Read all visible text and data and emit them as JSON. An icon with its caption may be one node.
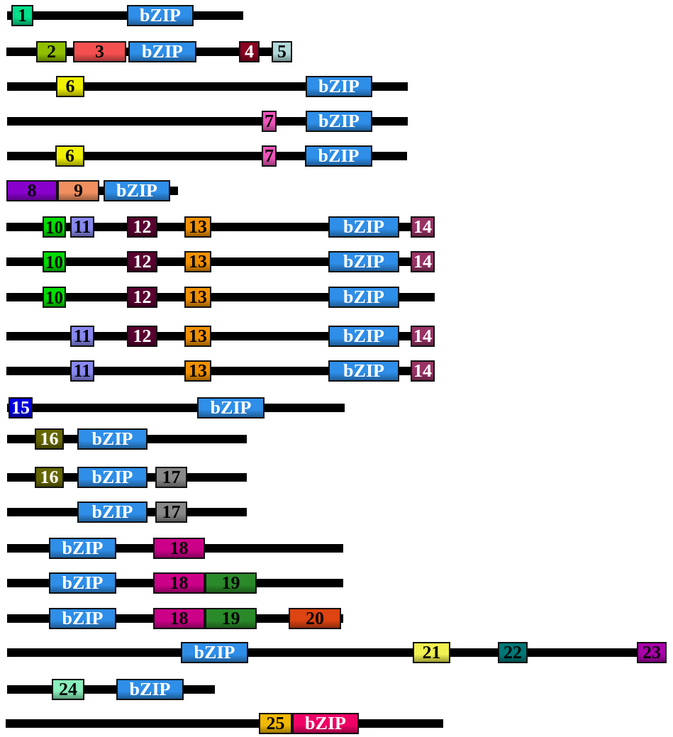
{
  "diagram": {
    "nodes": [
      {
        "text": [],
        "shape": "bar"
      },
      {
        "text": [
          "1"
        ],
        "in": 0
      },
      {
        "text": [
          "bZIP"
        ],
        "in": 0
      },
      {
        "text": [],
        "shape": "bar"
      },
      {
        "text": [
          "2"
        ],
        "in": 3
      },
      {
        "text": [
          "3"
        ],
        "in": 3
      },
      {
        "text": [
          "bZIP"
        ],
        "in": 3
      },
      {
        "text": [
          "4"
        ],
        "in": 3
      },
      {
        "text": [
          "5"
        ],
        "in": 3
      },
      {
        "text": [],
        "shape": "bar"
      },
      {
        "text": [
          "6"
        ],
        "in": 9
      },
      {
        "text": [
          "bZIP"
        ],
        "in": 9
      },
      {
        "text": [],
        "shape": "bar"
      },
      {
        "text": [
          "7"
        ],
        "in": 12
      },
      {
        "text": [
          "bZIP"
        ],
        "in": 12
      },
      {
        "text": [],
        "shape": "bar"
      },
      {
        "text": [
          "6"
        ],
        "in": 15
      },
      {
        "text": [
          "7"
        ],
        "in": 15
      },
      {
        "text": [
          "bZIP"
        ],
        "in": 15
      },
      {
        "text": [],
        "shape": "bar"
      },
      {
        "text": [
          "8"
        ],
        "in": 19
      },
      {
        "text": [
          "9"
        ],
        "in": 19
      },
      {
        "text": [
          "bZIP"
        ],
        "in": 19
      },
      {
        "text": [],
        "shape": "bar"
      },
      {
        "text": [
          "10"
        ],
        "in": 23
      },
      {
        "text": [
          "11"
        ],
        "in": 23
      },
      {
        "text": [
          "12"
        ],
        "in": 23
      },
      {
        "text": [
          "13"
        ],
        "in": 23
      },
      {
        "text": [
          "bZIP"
        ],
        "in": 23
      },
      {
        "text": [
          "14"
        ],
        "in": 23
      },
      {
        "text": [],
        "shape": "bar"
      },
      {
        "text": [
          "10"
        ],
        "in": 30
      },
      {
        "text": [
          "12"
        ],
        "in": 30
      },
      {
        "text": [
          "13"
        ],
        "in": 30
      },
      {
        "text": [
          "bZIP"
        ],
        "in": 30
      },
      {
        "text": [
          "14"
        ],
        "in": 30
      },
      {
        "text": [],
        "shape": "bar"
      },
      {
        "text": [
          "10"
        ],
        "in": 36
      },
      {
        "text": [
          "12"
        ],
        "in": 36
      },
      {
        "text": [
          "13"
        ],
        "in": 36
      },
      {
        "text": [
          "bZIP"
        ],
        "in": 36
      },
      {
        "text": [],
        "shape": "bar"
      },
      {
        "text": [
          "11"
        ],
        "in": 41
      },
      {
        "text": [
          "12"
        ],
        "in": 41
      },
      {
        "text": [
          "13"
        ],
        "in": 41
      },
      {
        "text": [
          "bZIP"
        ],
        "in": 41
      },
      {
        "text": [
          "14"
        ],
        "in": 41
      },
      {
        "text": [],
        "shape": "bar"
      },
      {
        "text": [
          "11"
        ],
        "in": 47
      },
      {
        "text": [
          "13"
        ],
        "in": 47
      },
      {
        "text": [
          "bZIP"
        ],
        "in": 47
      },
      {
        "text": [
          "14"
        ],
        "in": 47
      },
      {
        "text": [],
        "shape": "bar"
      },
      {
        "text": [
          "15"
        ],
        "in": 52
      },
      {
        "text": [
          "bZIP"
        ],
        "in": 52
      },
      {
        "text": [],
        "shape": "bar"
      },
      {
        "text": [
          "16"
        ],
        "in": 55
      },
      {
        "text": [
          "bZIP"
        ],
        "in": 55
      },
      {
        "text": [],
        "shape": "bar"
      },
      {
        "text": [
          "16"
        ],
        "in": 58
      },
      {
        "text": [
          "bZIP"
        ],
        "in": 58
      },
      {
        "text": [
          "17"
        ],
        "in": 58
      },
      {
        "text": [],
        "shape": "bar"
      },
      {
        "text": [
          "bZIP"
        ],
        "in": 62
      },
      {
        "text": [
          "17"
        ],
        "in": 62
      },
      {
        "text": [],
        "shape": "bar"
      },
      {
        "text": [
          "bZIP"
        ],
        "in": 65
      },
      {
        "text": [
          "18"
        ],
        "in": 65
      },
      {
        "text": [],
        "shape": "bar"
      },
      {
        "text": [
          "bZIP"
        ],
        "in": 68
      },
      {
        "text": [
          "18"
        ],
        "in": 68
      },
      {
        "text": [
          "19"
        ],
        "in": 68
      },
      {
        "text": [],
        "shape": "bar"
      },
      {
        "text": [
          "bZIP"
        ],
        "in": 72
      },
      {
        "text": [
          "18"
        ],
        "in": 72
      },
      {
        "text": [
          "19"
        ],
        "in": 72
      },
      {
        "text": [
          "20"
        ],
        "in": 72
      },
      {
        "text": [],
        "shape": "bar"
      },
      {
        "text": [
          "bZIP"
        ],
        "in": 77
      },
      {
        "text": [
          "21"
        ],
        "in": 77
      },
      {
        "text": [
          "22"
        ],
        "in": 77
      },
      {
        "text": [
          "23"
        ],
        "in": 77
      },
      {
        "text": [],
        "shape": "bar"
      },
      {
        "text": [
          "24"
        ],
        "in": 82
      },
      {
        "text": [
          "bZIP"
        ],
        "in": 82
      },
      {
        "text": [],
        "shape": "bar"
      },
      {
        "text": [
          "25"
        ],
        "in": 85
      },
      {
        "text": [
          "bZIP"
        ],
        "in": 85
      }
    ]
  }
}
